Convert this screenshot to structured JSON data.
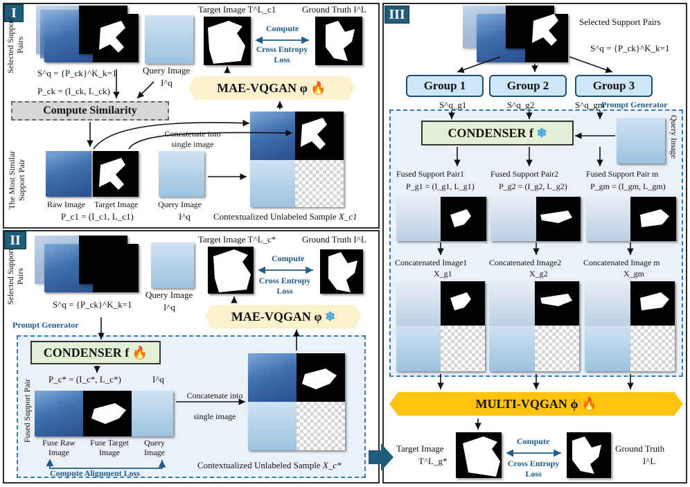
{
  "panel1": {
    "badge": "I",
    "selected_support_pairs": "Selected Support Pairs",
    "sq_formula": "S^q = {P_ck}^K_k=1",
    "pck_formula": "P_ck = (I_ck, L_ck)",
    "query_image": "Query Image",
    "iq": "I^q",
    "compute_similarity": "Compute Similarity",
    "most_similar": "The Most Similar Support Pair",
    "raw_image": "Raw Image",
    "target_image": "Target Image",
    "pc1_formula": "P_c1 = (I_c1, L_c1)",
    "query_image2": "Query Image",
    "iq2": "I^q",
    "concat": "Concatenate into single image",
    "ctx_sample": "Contextualized Unlabeled Sample",
    "ctx_var": "X_c1",
    "target_image_top": "Target Image T^L_c1",
    "ground_truth_top": "Ground Truth I^L",
    "compute": "Compute",
    "cross_entropy": "Cross Entropy Loss",
    "mae": "MAE-VQGAN φ"
  },
  "panel2": {
    "badge": "II",
    "selected_support_pairs": "Selected Support Pairs",
    "sq_formula": "S^q = {P_ck}^K_k=1",
    "query_image": "Query Image",
    "iq": "I^q",
    "prompt_generator": "Prompt Generator",
    "condenser": "CONDENSER f",
    "pcstar": "P_c* = (I_c*, L_c*)",
    "iq2": "I^q",
    "fused_support_pair": "Fused Support Pair",
    "fuse_raw": "Fuse Raw Image",
    "fuse_target": "Fuse Target Image",
    "query_image2": "Query Image",
    "compute_alignment": "Compute Alignment Loss",
    "concat": "Concatenate into single image",
    "ctx_sample": "Contextualized Unlabeled Sample",
    "ctx_var": "X_c*",
    "target_image_top": "Target Image T^L_c*",
    "ground_truth_top": "Ground Truth I^L",
    "compute": "Compute",
    "cross_entropy": "Cross Entropy Loss",
    "mae": "MAE-VQGAN φ"
  },
  "panel3": {
    "badge": "III",
    "selected_support_pairs": "Selected Support Pairs",
    "sq_formula": "S^q = {P_ck}^K_k=1",
    "groups": [
      {
        "label": "Group 1",
        "sub": "S^q_g1"
      },
      {
        "label": "Group 2",
        "sub": "S^q_g2"
      },
      {
        "label": "Group 3",
        "sub": "S^q_gm"
      }
    ],
    "prompt_generator": "Prompt Generator",
    "condenser": "CONDENSER f",
    "query_image": "Query Image",
    "fused": [
      {
        "label": "Fused Support Pair1",
        "formula": "P_g1 = (I_g1, L_g1)"
      },
      {
        "label": "Fused Support Pair2",
        "formula": "P_g2 = (I_g2, L_g2)"
      },
      {
        "label": "Fused Support Pair m",
        "formula": "P_gm = (I_gm, L_gm)"
      }
    ],
    "concat": [
      {
        "label": "Concatenated Image1",
        "var": "X_g1"
      },
      {
        "label": "Concatenated Image2",
        "var": "X_g2"
      },
      {
        "label": "Concatenated Image m",
        "var": "X_gm"
      }
    ],
    "multi": "MULTI-VQGAN ϕ",
    "target_image": "Target Image",
    "target_var": "T^L_g*",
    "compute": "Compute",
    "cross_entropy": "Cross Entropy Loss",
    "ground_truth": "Ground Truth",
    "gt_var": "I^L"
  },
  "colors": {
    "badge": "#1f5c7a",
    "accent_blue": "#1f5c8a",
    "flame": "#e8401c",
    "snow": "#3aa0dc",
    "mae_fill": "#fdf0cc",
    "multi_fill": "#ffc20e"
  }
}
